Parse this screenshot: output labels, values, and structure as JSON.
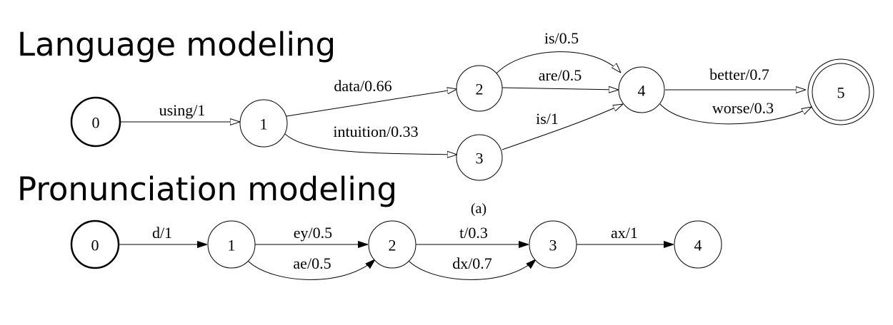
{
  "headings": {
    "language": "Language modeling",
    "pronunciation": "Pronunciation modeling"
  },
  "caption": "(a)",
  "diagrams": {
    "language": {
      "nodes": [
        "0",
        "1",
        "2",
        "3",
        "4",
        "5"
      ],
      "start": "0",
      "final": "5",
      "edges": [
        {
          "from": "0",
          "to": "1",
          "label": "using/1"
        },
        {
          "from": "1",
          "to": "2",
          "label": "data/0.66"
        },
        {
          "from": "1",
          "to": "3",
          "label": "intuition/0.33"
        },
        {
          "from": "2",
          "to": "4",
          "label": "is/0.5"
        },
        {
          "from": "2",
          "to": "4",
          "label": "are/0.5"
        },
        {
          "from": "3",
          "to": "4",
          "label": "is/1"
        },
        {
          "from": "4",
          "to": "5",
          "label": "better/0.7"
        },
        {
          "from": "4",
          "to": "5",
          "label": "worse/0.3"
        }
      ]
    },
    "pronunciation": {
      "nodes": [
        "0",
        "1",
        "2",
        "3",
        "4"
      ],
      "start": "0",
      "edges": [
        {
          "from": "0",
          "to": "1",
          "label": "d/1"
        },
        {
          "from": "1",
          "to": "2",
          "label": "ey/0.5"
        },
        {
          "from": "1",
          "to": "2",
          "label": "ae/0.5"
        },
        {
          "from": "2",
          "to": "3",
          "label": "t/0.3"
        },
        {
          "from": "2",
          "to": "3",
          "label": "dx/0.7"
        },
        {
          "from": "3",
          "to": "4",
          "label": "ax/1"
        }
      ]
    }
  }
}
